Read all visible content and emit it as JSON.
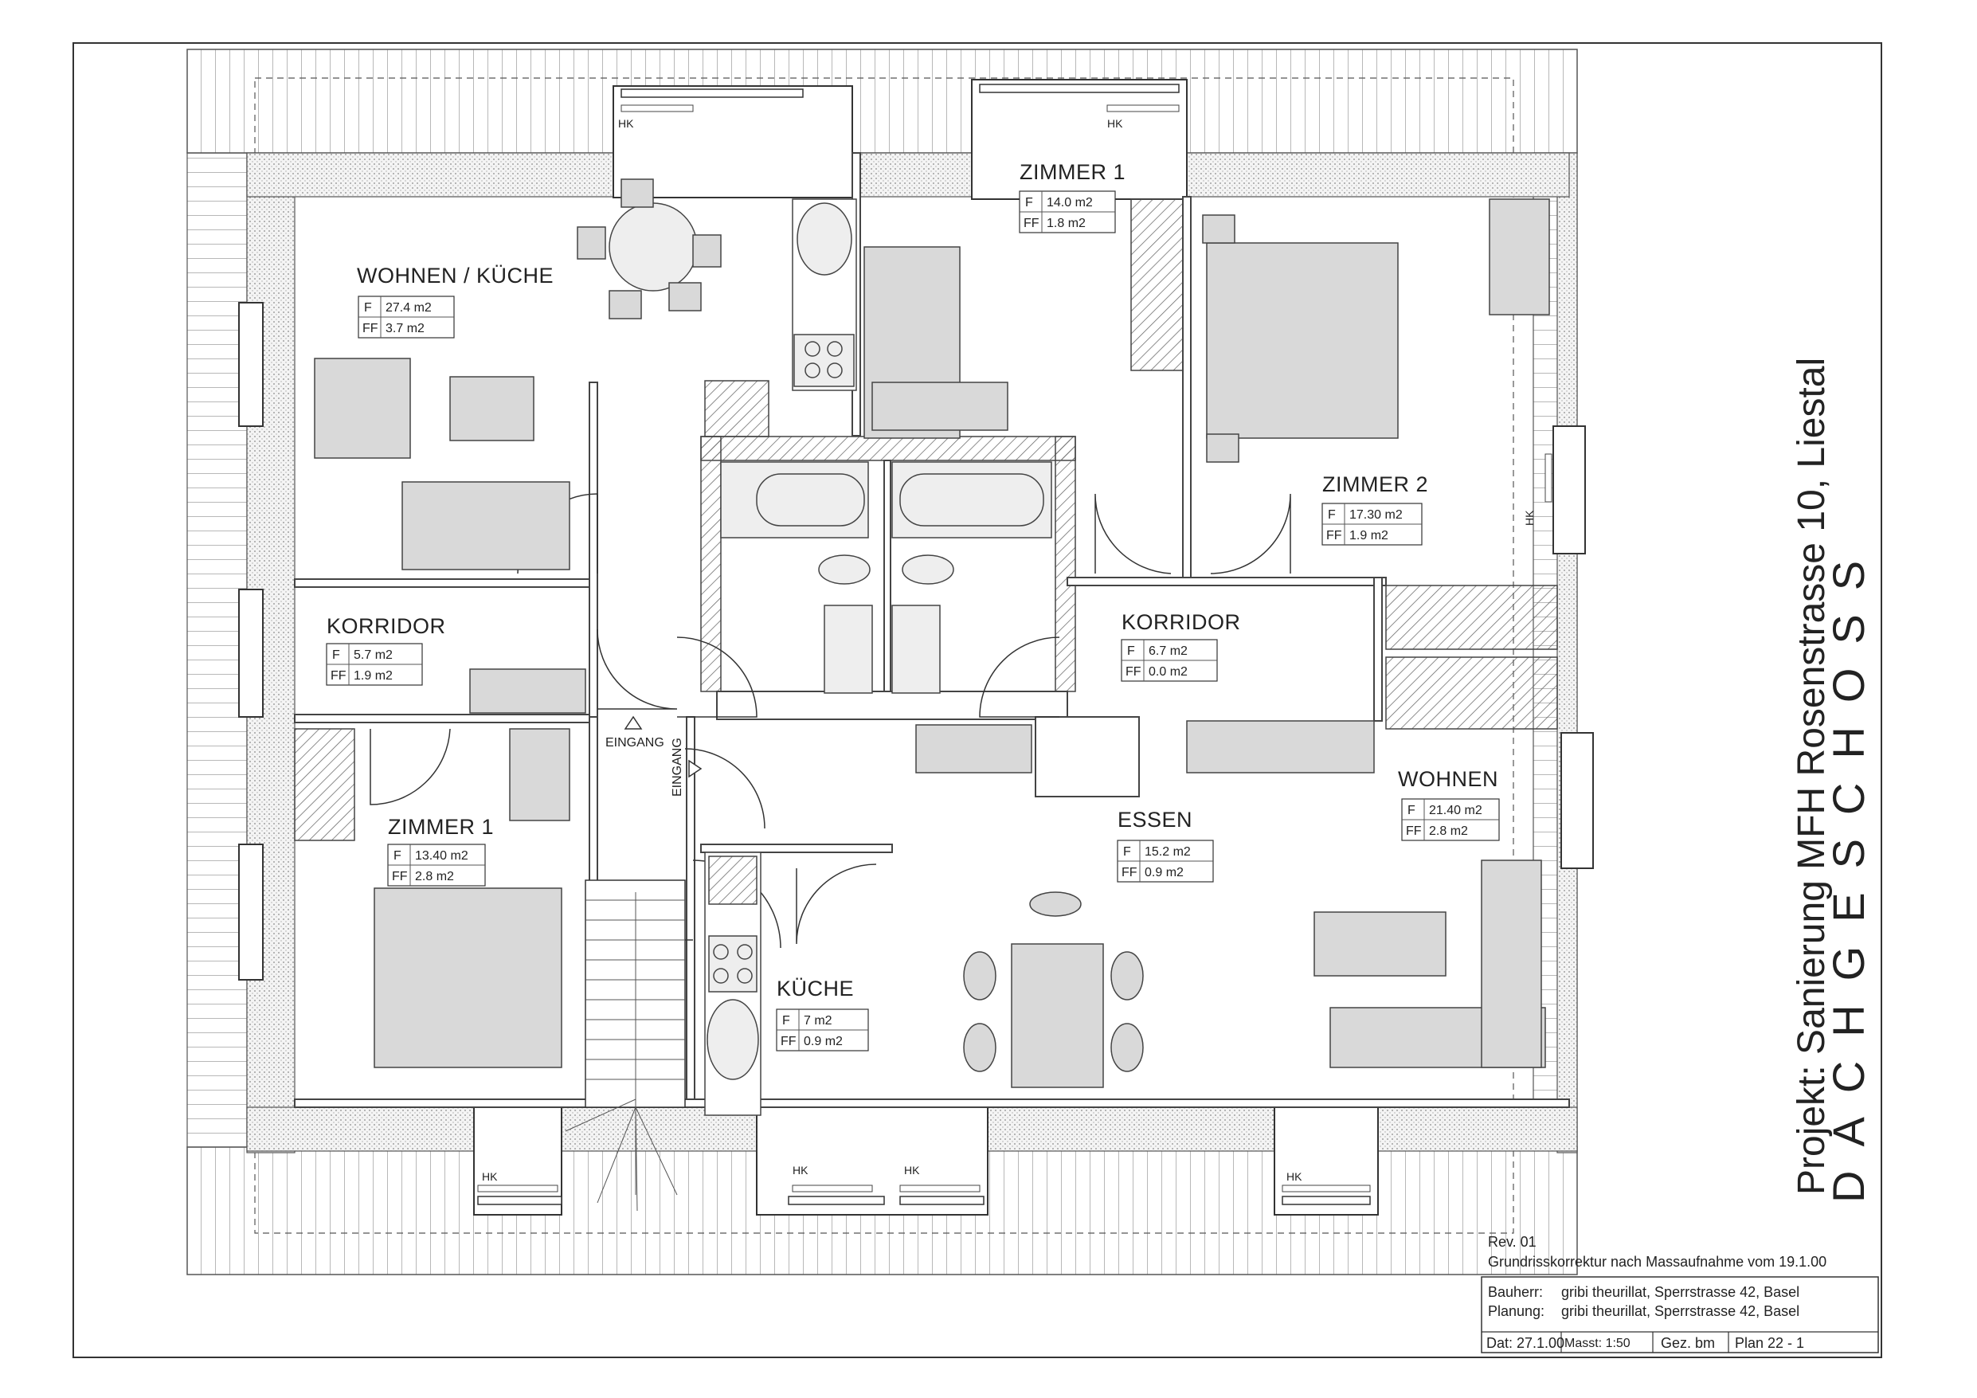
{
  "rooms": {
    "wohnen_kueche": {
      "name": "WOHNEN / KÜCHE",
      "f_label": "F",
      "f_value": "27.4 m2",
      "ff_label": "FF",
      "ff_value": "3.7 m2"
    },
    "zimmer1_top": {
      "name": "ZIMMER 1",
      "f_label": "F",
      "f_value": "14.0 m2",
      "ff_label": "FF",
      "ff_value": "1.8 m2"
    },
    "zimmer2": {
      "name": "ZIMMER 2",
      "f_label": "F",
      "f_value": "17.30 m2",
      "ff_label": "FF",
      "ff_value": "1.9 m2"
    },
    "korridor_left": {
      "name": "KORRIDOR",
      "f_label": "F",
      "f_value": "5.7 m2",
      "ff_label": "FF",
      "ff_value": "1.9 m2"
    },
    "korridor_right": {
      "name": "KORRIDOR",
      "f_label": "F",
      "f_value": "6.7 m2",
      "ff_label": "FF",
      "ff_value": "0.0 m2"
    },
    "wohnen": {
      "name": "WOHNEN",
      "f_label": "F",
      "f_value": "21.40 m2",
      "ff_label": "FF",
      "ff_value": "2.8 m2"
    },
    "essen": {
      "name": "ESSEN",
      "f_label": "F",
      "f_value": "15.2 m2",
      "ff_label": "FF",
      "ff_value": "0.9 m2"
    },
    "zimmer1_bottom": {
      "name": "ZIMMER 1",
      "f_label": "F",
      "f_value": "13.40 m2",
      "ff_label": "FF",
      "ff_value": "2.8 m2"
    },
    "kueche": {
      "name": "KÜCHE",
      "f_label": "F",
      "f_value": "7 m2",
      "ff_label": "FF",
      "ff_value": "0.9 m2"
    }
  },
  "entrance": {
    "horizontal": "EINGANG",
    "vertical": "EINGANG"
  },
  "radiator_label": "HK",
  "project_title": "Projekt: Sanierung MFH Rosenstrasse 10, Liestal",
  "floor_title": "DACHGESCHOSS",
  "title_block": {
    "revision": "Rev. 01",
    "revision_note": "Grundrisskorrektur nach Massaufnahme vom 19.1.00",
    "client_label": "Bauherr:",
    "client_value": "gribi theurillat, Sperrstrasse 42, Basel",
    "planning_label": "Planung:",
    "planning_value": "gribi theurillat, Sperrstrasse 42, Basel",
    "date": "Dat: 27.1.00",
    "scale": "Masst: 1:50",
    "drawn": "Gez.  bm",
    "plan_no": "Plan 22 - 1"
  }
}
